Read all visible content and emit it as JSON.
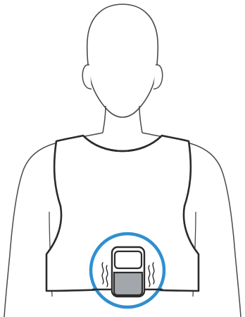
{
  "illustration": {
    "figure": "person-back-view",
    "garment": "posture-vest",
    "device": "vibrating-sensor",
    "highlight_shape": "circle",
    "colors": {
      "background": "#ffffff",
      "outline": "#2b2b2b",
      "skin_outline": "#4a4a4a",
      "vest_fill": "#ffffff",
      "device_top": "#ffffff",
      "device_bottom": "#a3a6ab",
      "highlight_ring": "#2f8fd0"
    },
    "icons": {
      "vibration": "vibration-lines-icon"
    }
  }
}
